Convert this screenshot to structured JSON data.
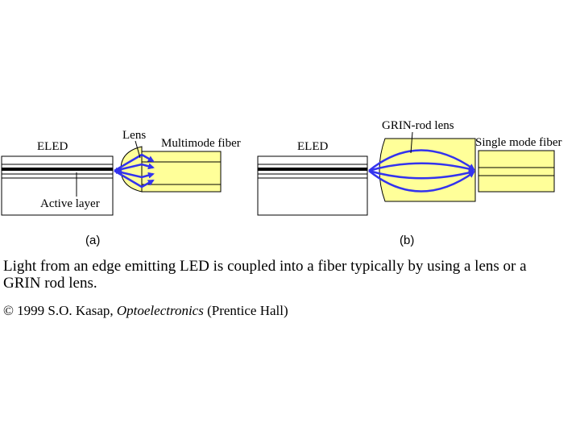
{
  "diagram_a": {
    "eled_label": "ELED",
    "lens_label": "Lens",
    "fiber_label": "Multimode fiber",
    "active_layer_label": "Active layer",
    "sub_label": "(a)"
  },
  "diagram_b": {
    "eled_label": "ELED",
    "lens_label": "GRIN-rod lens",
    "fiber_label": "Single mode fiber",
    "sub_label": "(b)"
  },
  "caption": "Light from an edge emitting LED is coupled into a fiber typically by using a lens or a GRIN rod lens.",
  "copyright": {
    "prefix": "© 1999 S.O. Kasap, ",
    "book": "Optoelectronics",
    "suffix": " (Prentice Hall)"
  },
  "colors": {
    "lens_fill": "#ffff99",
    "ray": "#3333ee",
    "outline": "#000000"
  }
}
